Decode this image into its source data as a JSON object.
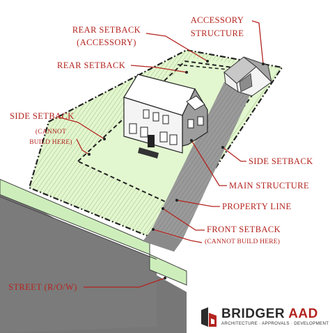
{
  "labels": {
    "accessory_structure_1": "ACCESSORY",
    "accessory_structure_2": "STRUCTURE",
    "rear_setback_accessory_1": "REAR SETBACK",
    "rear_setback_accessory_2": "(ACCESSORY)",
    "rear_setback": "REAR SETBACK",
    "side_setback_left": "SIDE SETBACK",
    "cannot_build_left_1": "(CANNOT",
    "cannot_build_left_2": "BUILD HERE)",
    "side_setback_right": "SIDE SETBACK",
    "main_structure": "MAIN STRUCTURE",
    "property_line": "PROPERTY LINE",
    "front_setback": "FRONT SETBACK",
    "cannot_build_front": "(CANNOT BUILD HERE)",
    "street": "STREET (R/O/W)"
  },
  "logo": {
    "name_main": "BRIDGER ",
    "name_accent": "AAD",
    "tagline": "ARCHITECTURE · APPROVALS · DEVELOPMENT"
  },
  "colors": {
    "label_red": "#b3241f",
    "lot_green": "#dff5c9",
    "road_gray": "#7a7a7a",
    "house_gray": "#9a9a9a"
  }
}
